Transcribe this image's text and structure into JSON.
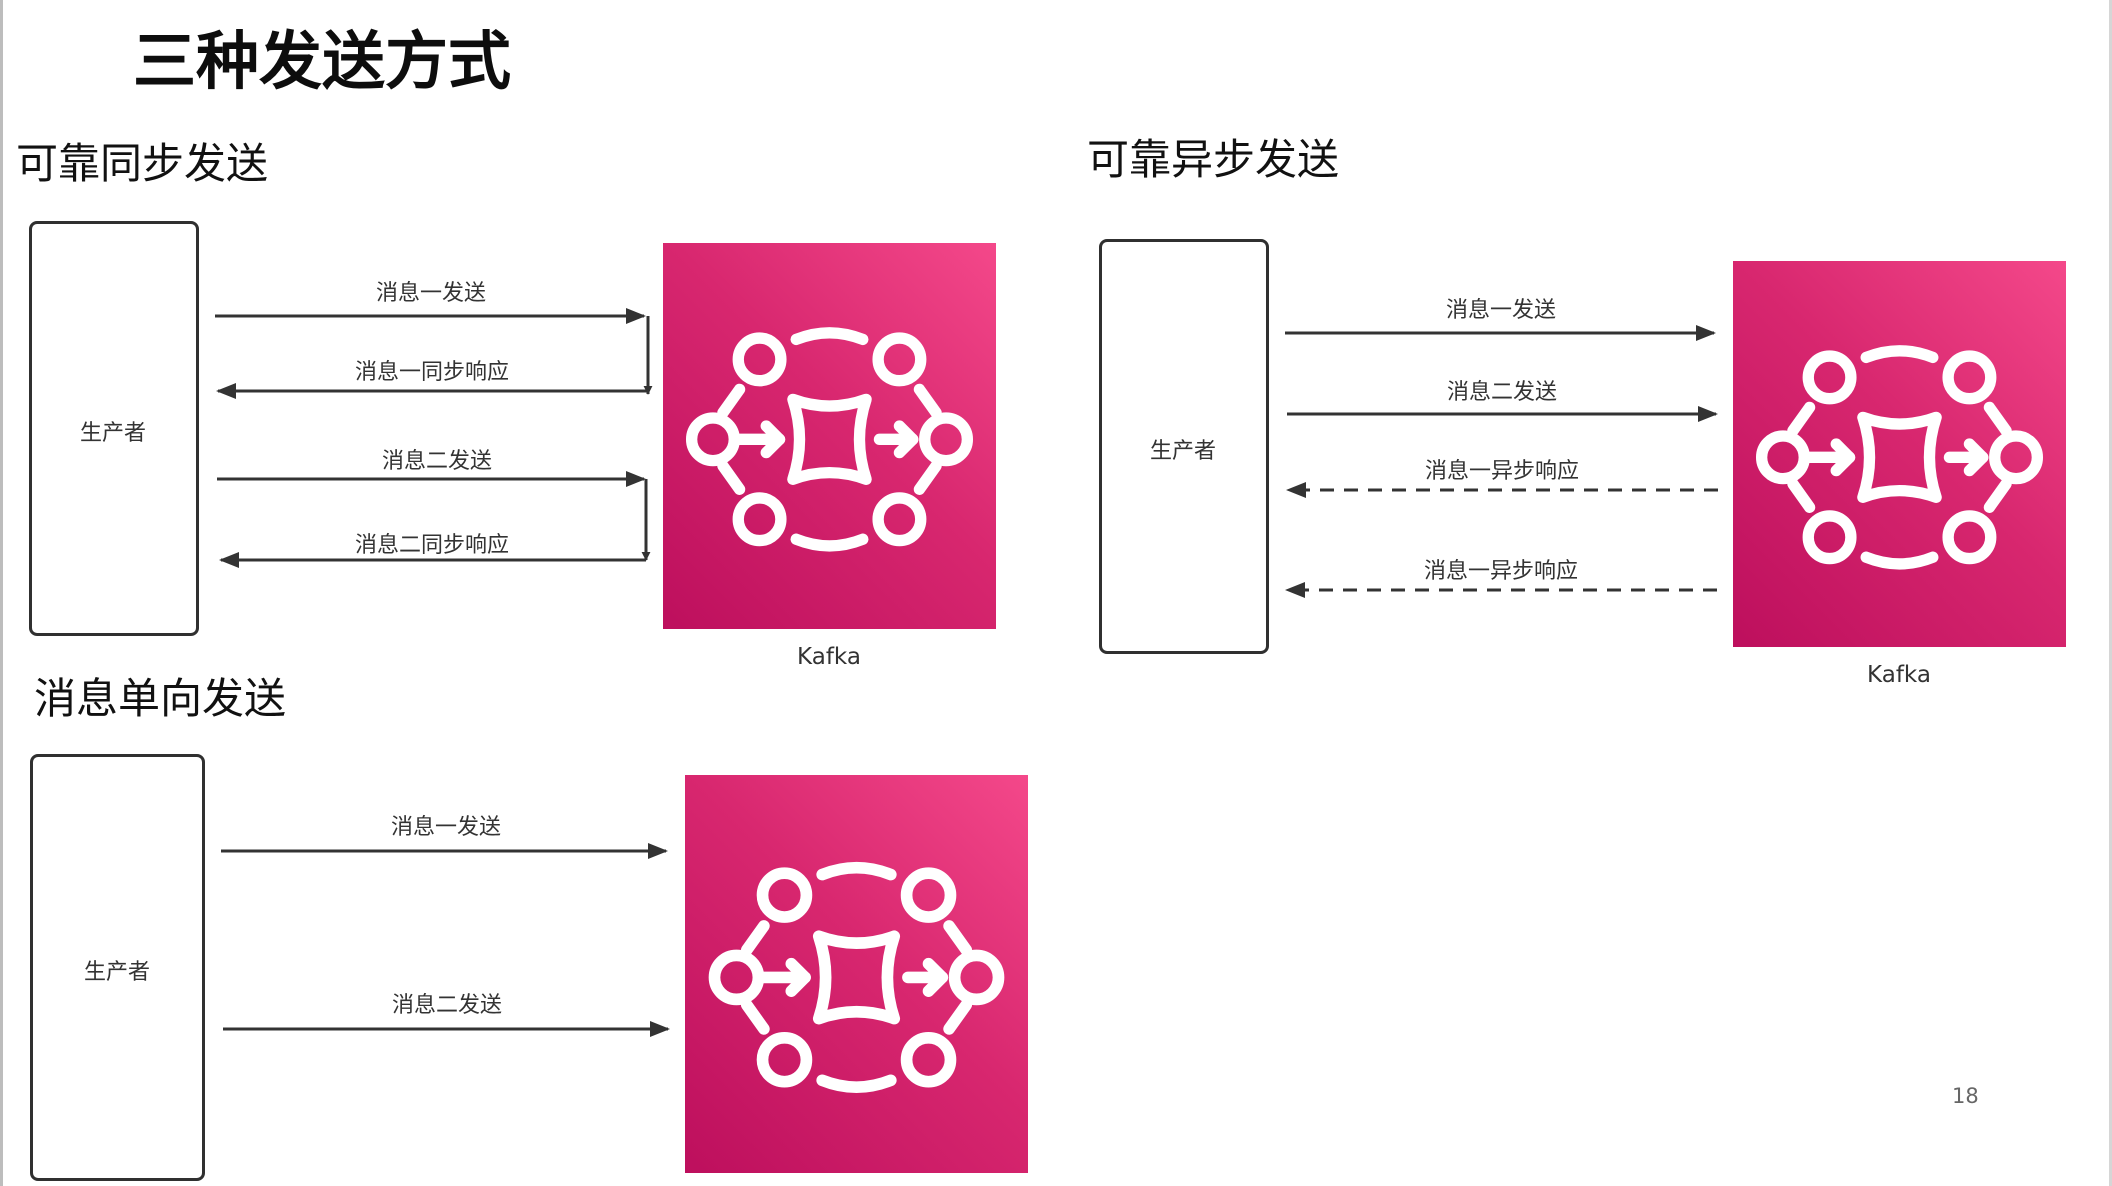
{
  "title": "三种发送方式",
  "page_number": "18",
  "colors": {
    "kafka_dark": "#bd0f5d",
    "kafka_light": "#f4488a",
    "line": "#333333"
  },
  "sections": {
    "sync": {
      "heading": "可靠同步发送",
      "producer": "生产者",
      "kafka_label": "Kafka",
      "messages": [
        "消息一发送",
        "消息一同步响应",
        "消息二发送",
        "消息二同步响应"
      ]
    },
    "async": {
      "heading": "可靠异步发送",
      "producer": "生产者",
      "kafka_label": "Kafka",
      "messages": [
        "消息一发送",
        "消息二发送",
        "消息一异步响应",
        "消息一异步响应"
      ]
    },
    "oneway": {
      "heading": "消息单向发送",
      "producer": "生产者",
      "messages": [
        "消息一发送",
        "消息二发送"
      ]
    }
  },
  "icons": {
    "kafka": "kafka-icon"
  }
}
